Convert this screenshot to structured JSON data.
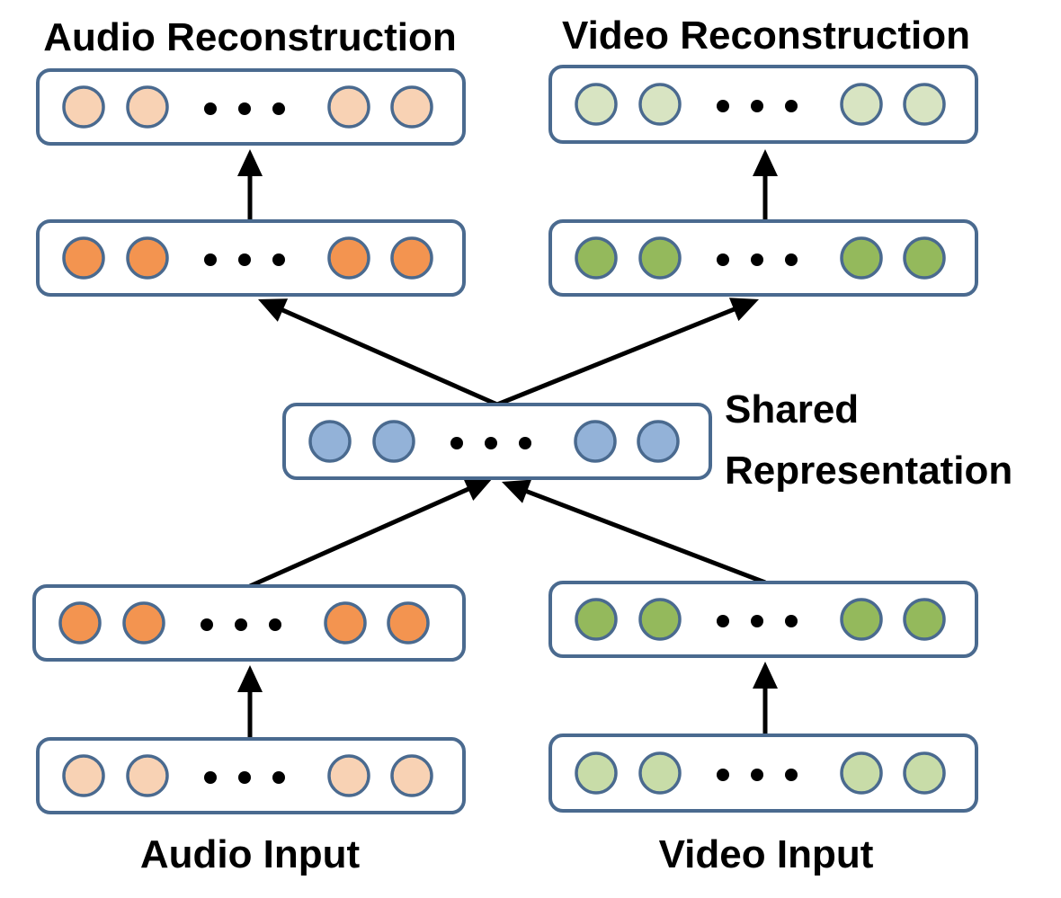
{
  "labels": {
    "audio_reconstruction": "Audio Reconstruction",
    "video_reconstruction": "Video Reconstruction",
    "shared_line1": "Shared",
    "shared_line2": "Representation",
    "audio_input": "Audio Input",
    "video_input": "Video Input"
  },
  "ellipsis": "• • •",
  "colors": {
    "box_stroke": "#4a6a8f",
    "node_stroke": "#4a6a8f",
    "arrow": "#000000",
    "audio_light": "#f8d2b4",
    "audio_dark": "#f39450",
    "video_light": "#d8e4c2",
    "video_input_light": "#c8dca8",
    "video_dark": "#94b95c",
    "shared": "#93b2d8"
  },
  "layers": [
    {
      "id": "audio-reconstruction-layer",
      "fill_key": "audio_light"
    },
    {
      "id": "video-reconstruction-layer",
      "fill_key": "video_light"
    },
    {
      "id": "audio-decoder-layer",
      "fill_key": "audio_dark"
    },
    {
      "id": "video-decoder-layer",
      "fill_key": "video_dark"
    },
    {
      "id": "shared-representation-layer",
      "fill_key": "shared"
    },
    {
      "id": "audio-encoder-layer",
      "fill_key": "audio_dark"
    },
    {
      "id": "video-encoder-layer",
      "fill_key": "video_dark"
    },
    {
      "id": "audio-input-layer",
      "fill_key": "audio_light"
    },
    {
      "id": "video-input-layer",
      "fill_key": "video_input_light"
    }
  ]
}
